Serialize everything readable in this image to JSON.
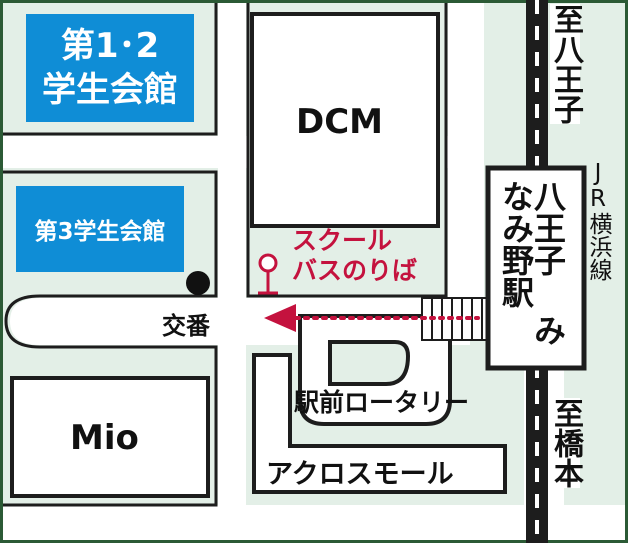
{
  "labels": {
    "student_hall_12_line1": "第1･2",
    "student_hall_12_line2": "学生会館",
    "student_hall_3": "第3学生会館",
    "dcm": "DCM",
    "mio": "Mio",
    "koban": "交番",
    "school_bus_line1": "スクール",
    "school_bus_line2": "バスのりば",
    "station_line1": "八王子",
    "station_line2": "みなみ野駅",
    "rotary": "駅前ロータリー",
    "across_mall": "アクロスモール",
    "jr_line": "JR横浜線",
    "to_hachioji": "至八王子",
    "to_hashimoto": "至橋本"
  },
  "colors": {
    "map_bg": "#e3efe7",
    "frame": "#2b5a35",
    "blue_box": "#0f8dd6",
    "route_red": "#c4123e",
    "ink": "#111111"
  }
}
